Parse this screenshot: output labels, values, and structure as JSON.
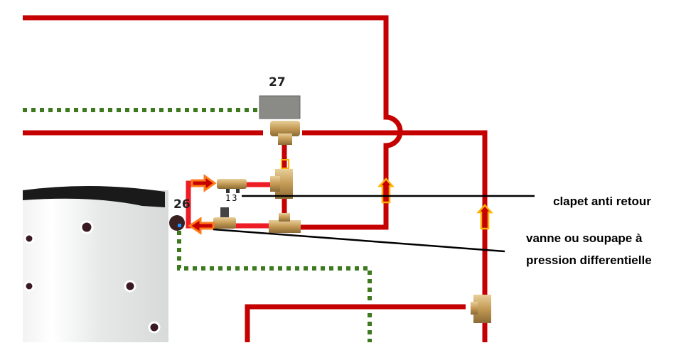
{
  "labels": {
    "valve_number": "27",
    "pump_number": "26",
    "check_valve_number": "13",
    "check_valve_annotation": "clapet anti retour",
    "diff_valve_annotation_line1": "vanne ou soupape à",
    "diff_valve_annotation_line2": "pression differentielle"
  },
  "colors": {
    "pipe": "#c40000",
    "pipe_bright": "#ee1c24",
    "control_wire": "#3d7a1e",
    "flow_arrow_outline": "#ffb000",
    "orange_arrow": "#ff7a1a",
    "brass": "#c8a46a"
  }
}
